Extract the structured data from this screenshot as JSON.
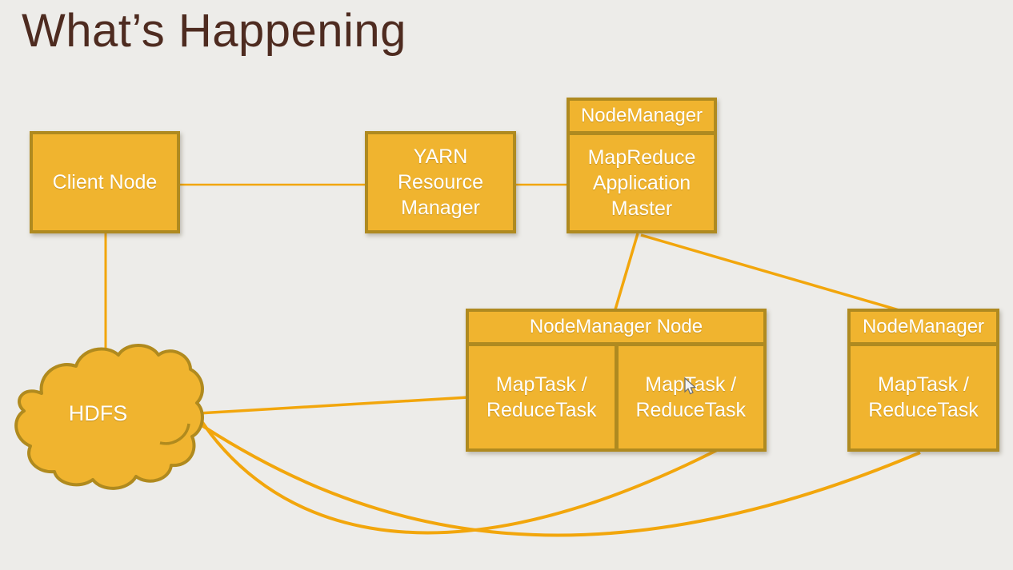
{
  "slide": {
    "title": "What’s Happening"
  },
  "palette": {
    "background": "#edece9",
    "box_fill": "#f0b42f",
    "box_border": "#af8a20",
    "connector": "#f2a60c",
    "title_text": "#4e2b20",
    "box_text": "#ffffff"
  },
  "nodes": {
    "client": {
      "label": "Client Node"
    },
    "yarn": {
      "label": "YARN Resource Manager"
    },
    "nm_top": {
      "title": "NodeManager",
      "content": "MapReduce Application Master"
    },
    "nm_node": {
      "title": "NodeManager Node",
      "tasks": [
        "MapTask / ReduceTask",
        "MapTask / ReduceTask"
      ]
    },
    "nm_right": {
      "title": "NodeManager",
      "content": "MapTask / ReduceTask"
    },
    "hdfs": {
      "label": "HDFS"
    }
  },
  "diagram": {
    "edges": [
      {
        "from": "client-node",
        "to": "yarn-resource-manager",
        "style": "straight"
      },
      {
        "from": "yarn-resource-manager",
        "to": "nodemanager-top",
        "style": "straight"
      },
      {
        "from": "client-node",
        "to": "hdfs",
        "style": "straight"
      },
      {
        "from": "nodemanager-top",
        "to": "nodemanager-node",
        "style": "straight"
      },
      {
        "from": "nodemanager-top",
        "to": "nodemanager-right",
        "style": "straight"
      },
      {
        "from": "hdfs",
        "to": "nodemanager-node",
        "style": "straight"
      },
      {
        "from": "hdfs",
        "to": "nodemanager-node-task-2",
        "style": "curved"
      },
      {
        "from": "hdfs",
        "to": "nodemanager-right",
        "style": "curved"
      }
    ]
  }
}
